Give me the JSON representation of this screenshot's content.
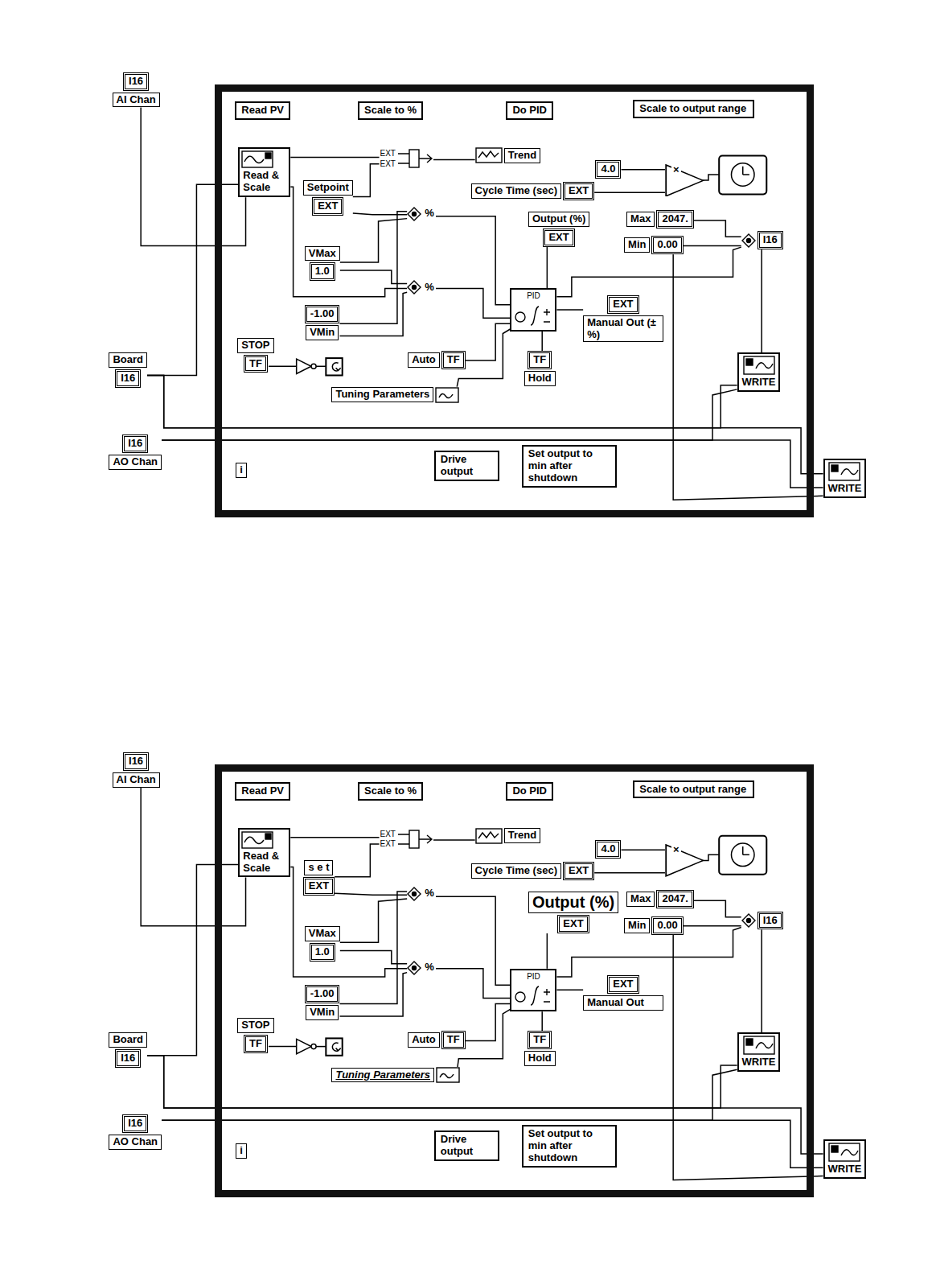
{
  "diagram": {
    "nodes": [
      {
        "text": [
          "I16",
          "AI Chan"
        ]
      },
      {
        "text": [
          "i"
        ]
      },
      {
        "text": [
          "Read PV"
        ],
        "in": 1
      },
      {
        "text": [
          "Scale to %"
        ],
        "in": 1
      },
      {
        "text": [
          "Do PID"
        ],
        "in": 1
      },
      {
        "text": [
          "Scale to output range"
        ],
        "in": 1
      },
      {
        "text": [
          "Read & Scale"
        ],
        "in": 1
      },
      {
        "text": [
          "EXT",
          "EXT"
        ],
        "in": 1
      },
      {
        "text": [
          "Trend"
        ],
        "in": 1
      },
      {
        "text": [
          "4.0"
        ],
        "in": 1
      },
      {
        "text": [
          "×"
        ],
        "in": 1
      },
      {
        "text": [
          "Setpoint",
          "EXT"
        ],
        "in": 1
      },
      {
        "text": [
          "Cycle Time (sec)",
          "EXT"
        ],
        "in": 1
      },
      {
        "text": [
          "%"
        ],
        "in": 1
      },
      {
        "text": [
          "Output (%)",
          "EXT"
        ],
        "in": 1
      },
      {
        "text": [
          "Max",
          "2047."
        ],
        "in": 1
      },
      {
        "text": [
          "Min",
          "0.00"
        ],
        "in": 1
      },
      {
        "text": [
          "I16"
        ],
        "in": 1
      },
      {
        "text": [
          "VMax",
          "1.0"
        ],
        "in": 1
      },
      {
        "text": [
          "%"
        ],
        "in": 1
      },
      {
        "text": [
          "PID"
        ],
        "in": 1
      },
      {
        "text": [
          "EXT",
          "Manual Out (±%)"
        ],
        "in": 1
      },
      {
        "text": [
          "-1.00",
          "VMin"
        ],
        "in": 1
      },
      {
        "text": [
          "STOP",
          "TF"
        ],
        "in": 1
      },
      {
        "text": [
          "Auto",
          "TF"
        ],
        "in": 1
      },
      {
        "text": [
          "TF",
          "Hold"
        ],
        "in": 1
      },
      {
        "text": [
          "Tuning Parameters"
        ],
        "in": 1
      },
      {
        "text": [
          "WRITE"
        ],
        "in": 1
      },
      {
        "text": [
          "Drive output"
        ],
        "in": 1
      },
      {
        "text": [
          "Set output to min after shutdown"
        ],
        "in": 1
      },
      {
        "text": [
          "Board",
          "I16"
        ]
      },
      {
        "text": [
          "I16",
          "AO Chan"
        ]
      },
      {
        "text": [
          "WRITE"
        ]
      },
      {
        "text": [
          "I16",
          "AI Chan"
        ]
      },
      {
        "text": [
          "i"
        ]
      },
      {
        "text": [
          "Read PV"
        ],
        "in": 34
      },
      {
        "text": [
          "Scale to %"
        ],
        "in": 34
      },
      {
        "text": [
          "Do PID"
        ],
        "in": 34
      },
      {
        "text": [
          "Scale to output range"
        ],
        "in": 34
      },
      {
        "text": [
          "Read & Scale"
        ],
        "in": 34
      },
      {
        "text": [
          "EXT",
          "EXT"
        ],
        "in": 34
      },
      {
        "text": [
          "Trend"
        ],
        "in": 34
      },
      {
        "text": [
          "4.0"
        ],
        "in": 34
      },
      {
        "text": [
          "×"
        ],
        "in": 34
      },
      {
        "text": [
          "s e t",
          "EXT"
        ],
        "in": 34
      },
      {
        "text": [
          "Cycle Time (sec)",
          "EXT"
        ],
        "in": 34
      },
      {
        "text": [
          "%"
        ],
        "in": 34
      },
      {
        "text": [
          "Output (%)",
          "EXT"
        ],
        "in": 34
      },
      {
        "text": [
          "Max",
          "2047."
        ],
        "in": 34
      },
      {
        "text": [
          "Min",
          "0.00"
        ],
        "in": 34
      },
      {
        "text": [
          "I16"
        ],
        "in": 34
      },
      {
        "text": [
          "VMax",
          "1.0"
        ],
        "in": 34
      },
      {
        "text": [
          "%"
        ],
        "in": 34
      },
      {
        "text": [
          "PID"
        ],
        "in": 34
      },
      {
        "text": [
          "EXT",
          "Manual Out"
        ],
        "in": 34
      },
      {
        "text": [
          "-1.00",
          "VMin"
        ],
        "in": 34
      },
      {
        "text": [
          "STOP",
          "TF"
        ],
        "in": 34
      },
      {
        "text": [
          "Auto",
          "TF"
        ],
        "in": 34
      },
      {
        "text": [
          "TF",
          "Hold"
        ],
        "in": 34
      },
      {
        "text": [
          "Tuning Parameters"
        ],
        "in": 34
      },
      {
        "text": [
          "WRITE"
        ],
        "in": 34
      },
      {
        "text": [
          "Drive output"
        ],
        "in": 34
      },
      {
        "text": [
          "Set output to min after shutdown"
        ],
        "in": 34
      },
      {
        "text": [
          "Board",
          "I16"
        ]
      },
      {
        "text": [
          "I16",
          "AO Chan"
        ]
      },
      {
        "text": [
          "WRITE"
        ]
      }
    ],
    "edges": [
      {
        "from": 0,
        "to": 6,
        "arrow": "none"
      },
      {
        "from": 30,
        "to": 6,
        "arrow": "none"
      },
      {
        "from": 30,
        "to": 27,
        "arrow": "none"
      },
      {
        "from": 30,
        "to": 32,
        "arrow": "none"
      },
      {
        "from": 31,
        "to": 27,
        "arrow": "none"
      },
      {
        "from": 31,
        "to": 32,
        "arrow": "none"
      },
      {
        "from": 6,
        "to": 7,
        "arrow": "none"
      },
      {
        "from": 6,
        "to": 19,
        "arrow": "none"
      },
      {
        "from": 11,
        "to": 7,
        "arrow": "none"
      },
      {
        "from": 11,
        "to": 13,
        "arrow": "none"
      },
      {
        "from": 18,
        "to": 13,
        "arrow": "none"
      },
      {
        "from": 18,
        "to": 19,
        "arrow": "none"
      },
      {
        "from": 22,
        "to": 13,
        "arrow": "none"
      },
      {
        "from": 22,
        "to": 19,
        "arrow": "none"
      },
      {
        "from": 7,
        "to": 8,
        "arrow": "none"
      },
      {
        "from": 13,
        "to": 20,
        "arrow": "none"
      },
      {
        "from": 19,
        "to": 20,
        "arrow": "none"
      },
      {
        "from": 9,
        "to": 10,
        "arrow": "none"
      },
      {
        "from": 12,
        "to": 10,
        "arrow": "none"
      },
      {
        "from": 20,
        "to": 14,
        "arrow": "none"
      },
      {
        "from": 20,
        "to": 17,
        "arrow": "none"
      },
      {
        "from": 15,
        "to": 17,
        "arrow": "none"
      },
      {
        "from": 16,
        "to": 17,
        "arrow": "none"
      },
      {
        "from": 17,
        "to": 27,
        "arrow": "none"
      },
      {
        "from": 16,
        "to": 32,
        "arrow": "none"
      },
      {
        "from": 21,
        "to": 20,
        "arrow": "none"
      },
      {
        "from": 24,
        "to": 20,
        "arrow": "none"
      },
      {
        "from": 25,
        "to": 20,
        "arrow": "none"
      },
      {
        "from": 26,
        "to": 20,
        "arrow": "none"
      },
      {
        "from": 33,
        "to": 39,
        "arrow": "none"
      },
      {
        "from": 63,
        "to": 39,
        "arrow": "none"
      },
      {
        "from": 63,
        "to": 60,
        "arrow": "none"
      },
      {
        "from": 63,
        "to": 65,
        "arrow": "none"
      },
      {
        "from": 64,
        "to": 60,
        "arrow": "none"
      },
      {
        "from": 64,
        "to": 65,
        "arrow": "none"
      },
      {
        "from": 39,
        "to": 40,
        "arrow": "none"
      },
      {
        "from": 39,
        "to": 52,
        "arrow": "none"
      },
      {
        "from": 44,
        "to": 40,
        "arrow": "none"
      },
      {
        "from": 44,
        "to": 46,
        "arrow": "none"
      },
      {
        "from": 51,
        "to": 46,
        "arrow": "none"
      },
      {
        "from": 51,
        "to": 52,
        "arrow": "none"
      },
      {
        "from": 55,
        "to": 46,
        "arrow": "none"
      },
      {
        "from": 55,
        "to": 52,
        "arrow": "none"
      },
      {
        "from": 40,
        "to": 41,
        "arrow": "none"
      },
      {
        "from": 46,
        "to": 53,
        "arrow": "none"
      },
      {
        "from": 52,
        "to": 53,
        "arrow": "none"
      },
      {
        "from": 42,
        "to": 43,
        "arrow": "none"
      },
      {
        "from": 45,
        "to": 43,
        "arrow": "none"
      },
      {
        "from": 53,
        "to": 47,
        "arrow": "none"
      },
      {
        "from": 53,
        "to": 50,
        "arrow": "none"
      },
      {
        "from": 48,
        "to": 50,
        "arrow": "none"
      },
      {
        "from": 49,
        "to": 50,
        "arrow": "none"
      },
      {
        "from": 50,
        "to": 60,
        "arrow": "none"
      },
      {
        "from": 49,
        "to": 65,
        "arrow": "none"
      },
      {
        "from": 54,
        "to": 53,
        "arrow": "none"
      },
      {
        "from": 57,
        "to": 53,
        "arrow": "none"
      },
      {
        "from": 58,
        "to": 53,
        "arrow": "none"
      },
      {
        "from": 59,
        "to": 53,
        "arrow": "none"
      }
    ]
  }
}
